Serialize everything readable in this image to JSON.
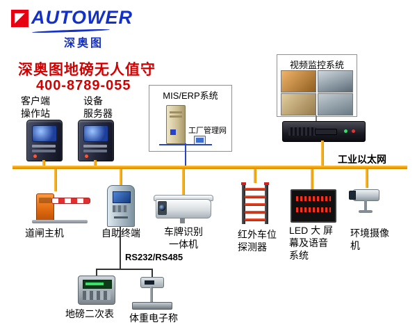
{
  "logo": {
    "brand": "AUTOWER",
    "cn": "深奥图"
  },
  "header": {
    "title": "深奥图地磅无人值守",
    "phone": "400-8789-055"
  },
  "colors": {
    "brand_blue": "#1330c8",
    "logo_red": "#e60012",
    "title_red": "#d40000",
    "bus_yellow": "#f0a005"
  },
  "workstations": {
    "client": "客户端\n操作站",
    "server": "设备\n服务器"
  },
  "mis_box": {
    "title": "MIS/ERP系统",
    "subnet": "工厂管理网"
  },
  "video_box": {
    "title": "视频监控系统"
  },
  "bus": {
    "label": "工业以太网"
  },
  "field_devices": [
    {
      "label": "道闸主机"
    },
    {
      "label": "自助终端"
    },
    {
      "label": "车牌识别\n一体机"
    },
    {
      "label": "红外车位\n探测器"
    },
    {
      "label": "LED 大 屏\n幕及语音\n系统"
    },
    {
      "label": "环境摄像\n机"
    }
  ],
  "serial_link": {
    "label": "RS232/RS485"
  },
  "scale_devices": [
    {
      "label": "地磅二次表"
    },
    {
      "label": "体重电子称"
    }
  ]
}
